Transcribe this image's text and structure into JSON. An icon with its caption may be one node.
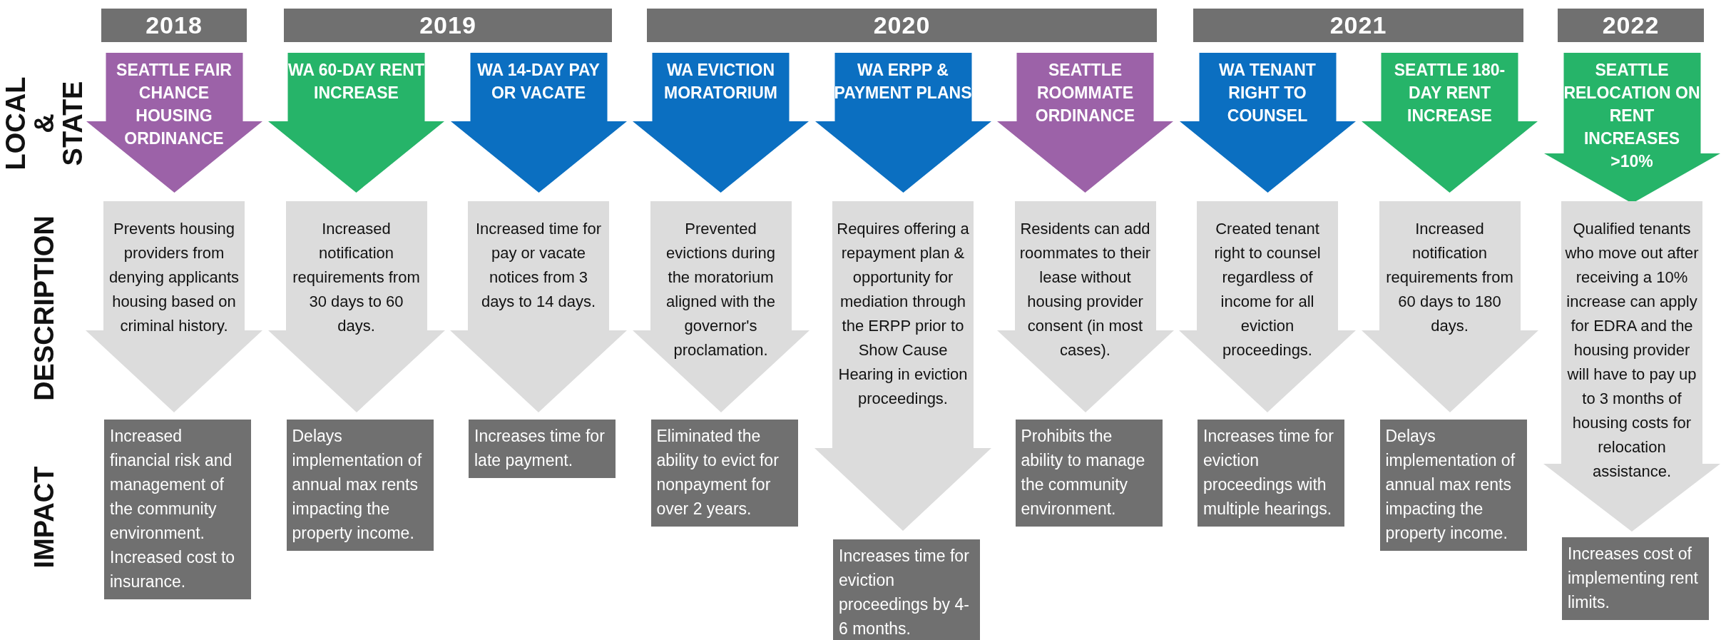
{
  "diagram": {
    "nodes": [
      {
        "text": [
          "2018"
        ]
      },
      {
        "text": [
          "2019"
        ]
      },
      {
        "text": [
          "2020"
        ]
      },
      {
        "text": [
          "2021"
        ]
      },
      {
        "text": [
          "2022"
        ]
      },
      {
        "text": [
          "SEATTLE FAIR CHANCE HOUSING ORDINANCE"
        ]
      },
      {
        "text": [
          "WA 60-DAY RENT INCREASE"
        ]
      },
      {
        "text": [
          "WA 14-DAY PAY OR VACATE"
        ]
      },
      {
        "text": [
          "WA EVICTION MORATORIUM"
        ]
      },
      {
        "text": [
          "WA ERPP & PAYMENT PLANS"
        ]
      },
      {
        "text": [
          "SEATTLE ROOMMATE ORDINANCE"
        ]
      },
      {
        "text": [
          "WA TENANT RIGHT TO COUNSEL"
        ]
      },
      {
        "text": [
          "SEATTLE 180-DAY RENT INCREASE"
        ]
      },
      {
        "text": [
          "SEATTLE RELOCATION ON RENT INCREASES >10%"
        ]
      },
      {
        "text": [
          "Prevents housing providers from denying applicants housing based on criminal history."
        ]
      },
      {
        "text": [
          "Increased notification requirements from 30 days to 60 days."
        ]
      },
      {
        "text": [
          "Increased time for pay or vacate notices from 3 days to 14 days."
        ]
      },
      {
        "text": [
          "Prevented evictions during the moratorium aligned with the governor's proclamation."
        ]
      },
      {
        "text": [
          "Requires offering a repayment plan & opportunity for mediation through the ERPP prior to Show Cause Hearing in eviction proceedings."
        ]
      },
      {
        "text": [
          "Residents can add roommates to their lease without housing provider consent (in most cases)."
        ]
      },
      {
        "text": [
          "Created tenant right to counsel regardless of income for all eviction proceedings."
        ]
      },
      {
        "text": [
          "Increased notification requirements from 60 days to 180 days."
        ]
      },
      {
        "text": [
          "Qualified tenants who move out after receiving a 10% increase can apply for EDRA and the housing provider will have to pay up to 3 months of housing costs for relocation assistance."
        ]
      },
      {
        "text": [
          "Increased financial risk and management of the community environment. Increased cost to insurance."
        ]
      },
      {
        "text": [
          "Delays implementation of annual max rents impacting the property income."
        ]
      },
      {
        "text": [
          "Increases time for late payment."
        ]
      },
      {
        "text": [
          "Eliminated the ability to evict for nonpayment for over 2 years."
        ]
      },
      {
        "text": [
          "Increases time for eviction proceedings by 4-6 months."
        ]
      },
      {
        "text": [
          "Prohibits the ability to manage the community environment."
        ]
      },
      {
        "text": [
          "Increases time for eviction proceedings with multiple hearings."
        ]
      },
      {
        "text": [
          "Delays implementation of annual max rents impacting the property income."
        ]
      },
      {
        "text": [
          "Increases cost of implementing rent limits."
        ]
      }
    ],
    "labels": [
      "LOCAL & STATE",
      "DESCRIPTION",
      "IMPACT"
    ]
  }
}
